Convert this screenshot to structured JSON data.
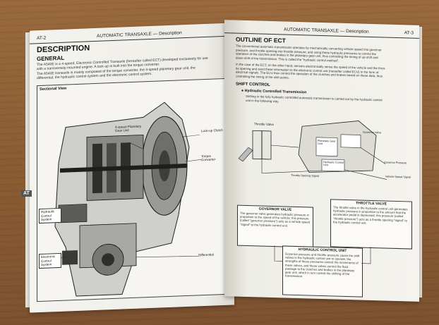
{
  "left_page": {
    "header_page_no": "AT-2",
    "header_title": "AUTOMATIC TRANSAXLE — Description",
    "section_title": "DESCRIPTION",
    "subsection": "GENERAL",
    "paragraph": [
      "The A540E is a 4-speed, Electronic Controlled Transaxle (hereafter called ECT) developed exclusively for use",
      "with a transversely-mounted engine. A lock-up is built into the torque converter.",
      "The A540E transaxle is mainly composed of the torque converter, the 4-speed planetary gear unit, the",
      "differential, the hydraulic control system and the electronic control system."
    ],
    "figure_title": "Sectional View",
    "callouts": {
      "planetary": "4-speed Planetary Gear Unit",
      "lockup": "Lock-up Clutch",
      "converter": "Torque Converter",
      "hydraulic": "Hydraulic Control System",
      "electronic": "Electronic Control System",
      "differential": "Differential"
    },
    "tab_marker": "AT"
  },
  "right_page": {
    "header_title": "AUTOMATIC TRANSAXLE — Description",
    "header_page_no": "AT-3",
    "section_title": "OUTLINE OF ECT",
    "paragraph1": [
      "The conventional automatic transmission operates by mechanically converting vehicle speed into governor",
      "pressure, and throttle opening into throttle pressure, and using these hydraulic pressures to control the",
      "operation of the clutches and brakes in the planetary gear unit, thus controlling the timing of up-shift and",
      "down-shift of the transmission. This is called the \"hydraulic control method\"."
    ],
    "paragraph2": [
      "In the case of the ECT, on the other hand, sensors electronically sense the speed of the vehicle and the throt-",
      "tle opening and send these information to the electronic control unit (hereafter called ECU) in the form of",
      "electrical signals. The ECU then control the operation of the clutches and brakes based on these data, thus",
      "controlling the timing of the shift points."
    ],
    "shift_control": "SHIFT CONTROL",
    "bullet": "Hydraulic Controlled Transmission",
    "bullet_text": [
      "Shifting in the fully hydraulic controlled automatic transmission is carried out by the hydraulic control",
      "unit in the following way."
    ],
    "diagram_labels": {
      "throttle_valve": "Throttle Valve",
      "planetary_gear": "Planetary Gear Unit",
      "hydraulic_control": "Hydraulic Control Unit",
      "governor": "Governor Valve",
      "governor_pressure": "Governor Pressure",
      "throttle_pressure": "Throttle Opening Signal",
      "vehicle_speed": "Vehicle Speed Signal"
    },
    "governor_box": {
      "title": "GOVERNOR VALVE",
      "text": "The governor valve generates hydraulic pressure in proportion to the speed of the vehicle; this pressure (called \"governor pressure\") acts as a vehicle speed \"signal\" to the hydraulic control unit."
    },
    "throttle_box": {
      "title": "THROTTLE VALVE",
      "text": "The throttle valve in the hydraulic control unit generates hydraulic pressure in proportion to the amount that the accelerator pedal is depressed; this pressure (called \"throttle pressure\") acts as a throttle opening \"signal\" to the hydraulic control unit."
    },
    "hcu_box": {
      "title": "HYDRAULIC CONTROL UNIT",
      "text": "Governor pressure and throttle pressure cause the shift valves in the hydraulic control unit to operate; the strengths of these pressures control the movements of these valves, and these valves control the fluid passage to the clutches and brakes in the planetary gear unit, which in turn control the shifting of the transmission."
    }
  }
}
